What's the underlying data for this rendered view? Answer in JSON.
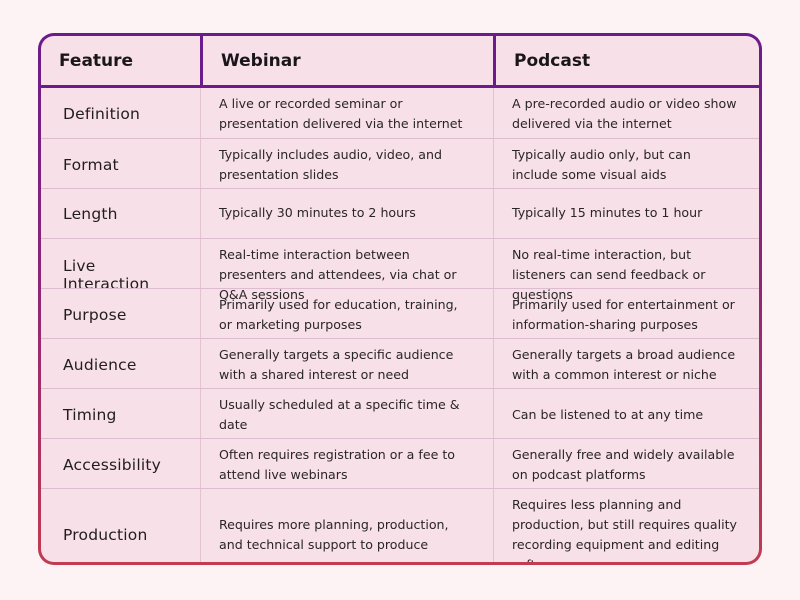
{
  "table": {
    "headers": [
      "Feature",
      "Webinar",
      "Podcast"
    ],
    "rows": [
      {
        "feature": "Definition",
        "webinar": "A live or recorded seminar or presentation delivered via the internet",
        "podcast": "A pre-recorded audio or video show delivered via the internet"
      },
      {
        "feature": "Format",
        "webinar": "Typically includes audio, video, and presentation slides",
        "podcast": "Typically audio only, but can include some visual aids"
      },
      {
        "feature": "Length",
        "webinar": "Typically 30 minutes to 2 hours",
        "podcast": "Typically 15 minutes to 1 hour"
      },
      {
        "feature": "Live Interaction",
        "webinar": "Real-time interaction between presenters and attendees, via chat or Q&A sessions",
        "podcast": "No real-time interaction, but listeners can send feedback or questions"
      },
      {
        "feature": "Purpose",
        "webinar": "Primarily used for education, training, or marketing purposes",
        "podcast": "Primarily used for entertainment or information-sharing purposes"
      },
      {
        "feature": "Audience",
        "webinar": "Generally targets a specific audience with a shared interest or need",
        "podcast": "Generally targets a broad audience with a common interest or niche"
      },
      {
        "feature": "Timing",
        "webinar": "Usually scheduled at a specific time & date",
        "podcast": "Can be listened to at any time"
      },
      {
        "feature": "Accessibility",
        "webinar": "Often requires registration or a fee to attend live webinars",
        "podcast": "Generally free and widely available on podcast platforms"
      },
      {
        "feature": "Production",
        "webinar": "Requires more planning, production, and technical support to produce",
        "podcast": "Requires less planning and production, but still requires quality recording equipment and editing software"
      }
    ]
  },
  "colors": {
    "page_background": "#fdf2f4",
    "cell_background": "#f7e0e8",
    "border_gradient_top": "#6b1b8c",
    "border_gradient_bottom": "#c23b51",
    "header_divider": "#6b1b8c",
    "grid_line": "#ddbccd",
    "text": "#211d1f"
  }
}
